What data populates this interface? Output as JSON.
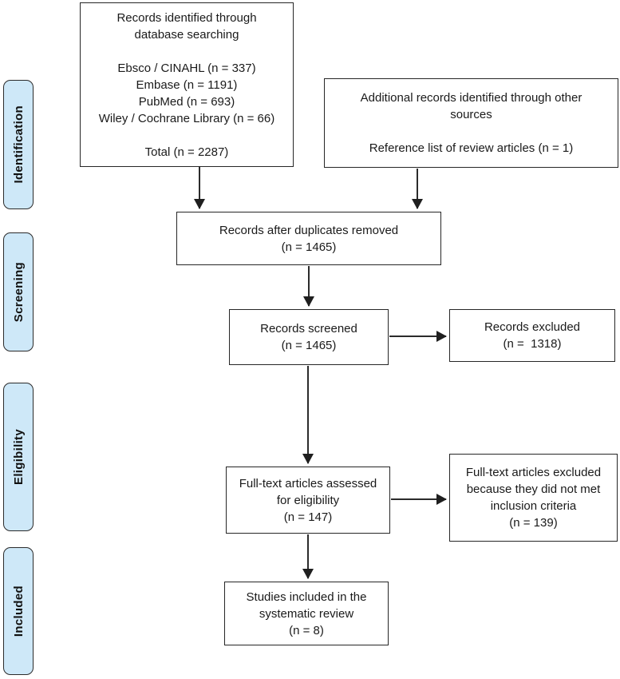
{
  "colors": {
    "stage_fill": "#cee8f8",
    "stage_border": "#2b2b2b",
    "box_border": "#262626",
    "arrow": "#2b2b2b",
    "text": "#1a1a1a",
    "background": "#ffffff"
  },
  "sidebar": {
    "stages": [
      {
        "id": "identification",
        "label": "Identification"
      },
      {
        "id": "screening",
        "label": "Screening"
      },
      {
        "id": "eligibility",
        "label": "Eligibility"
      },
      {
        "id": "included",
        "label": "Included"
      }
    ]
  },
  "boxes": {
    "database_search": {
      "text": "Records identified through\ndatabase searching\n\nEbsco / CINAHL (n = 337)\nEmbase (n = 1191)\nPubMed (n = 693)\nWiley / Cochrane Library (n = 66)\n\nTotal (n = 2287)"
    },
    "other_sources": {
      "text": "Additional records identified through other\nsources\n\nReference list of review articles (n = 1)"
    },
    "after_duplicates": {
      "text": "Records after duplicates removed\n(n = 1465)"
    },
    "records_screened": {
      "text": "Records screened\n(n = 1465)"
    },
    "records_excluded": {
      "text": "Records excluded\n(n =  1318)"
    },
    "fulltext_assessed": {
      "text": "Full-text articles assessed\nfor eligibility\n(n = 147)"
    },
    "fulltext_excluded": {
      "text": "Full-text articles excluded\nbecause they did not met\ninclusion criteria\n(n = 139)"
    },
    "studies_included": {
      "text": "Studies included in the\nsystematic review\n(n = 8)"
    }
  }
}
